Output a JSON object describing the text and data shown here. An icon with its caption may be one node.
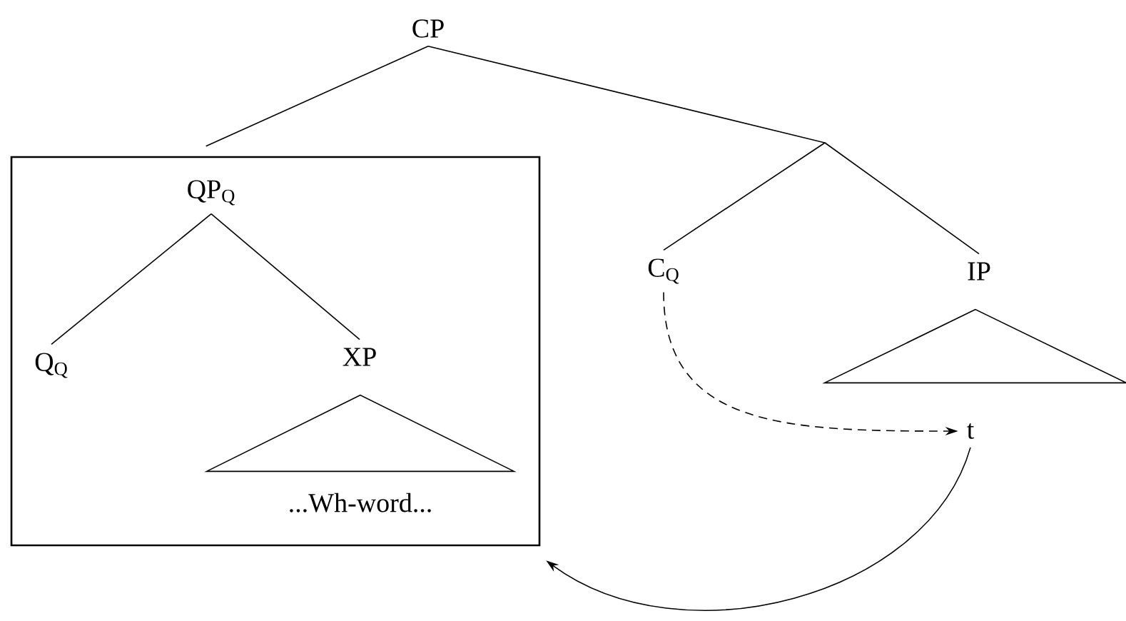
{
  "diagram": {
    "nodes": [
      {
        "text": [
          "CP"
        ]
      },
      {
        "text": [],
        "shape": "box"
      },
      {
        "text": [
          "QP$_{Q}$"
        ],
        "in": 1
      },
      {
        "text": [
          "Q$_{Q}$"
        ],
        "in": 1
      },
      {
        "text": [
          "XP"
        ],
        "in": 1
      },
      {
        "text": [],
        "shape": "triangle",
        "beside": [
          "...Wh-word..."
        ],
        "in": 1
      },
      {
        "text": [
          "C$_{Q}$"
        ]
      },
      {
        "text": [
          "IP"
        ]
      },
      {
        "text": [],
        "shape": "triangle"
      },
      {
        "text": [
          "t"
        ]
      }
    ],
    "edges": [
      {
        "from": 0,
        "to": 1,
        "arrow": "none"
      },
      {
        "from": 0,
        "to": 6,
        "arrow": "none"
      },
      {
        "from": 0,
        "to": 7,
        "arrow": "none"
      },
      {
        "from": 2,
        "to": 3,
        "arrow": "none"
      },
      {
        "from": 2,
        "to": 4,
        "arrow": "none"
      },
      {
        "from": 6,
        "to": 9,
        "arrow": "to",
        "style": "dashed"
      },
      {
        "from": 9,
        "to": 1,
        "arrow": "to"
      }
    ]
  }
}
